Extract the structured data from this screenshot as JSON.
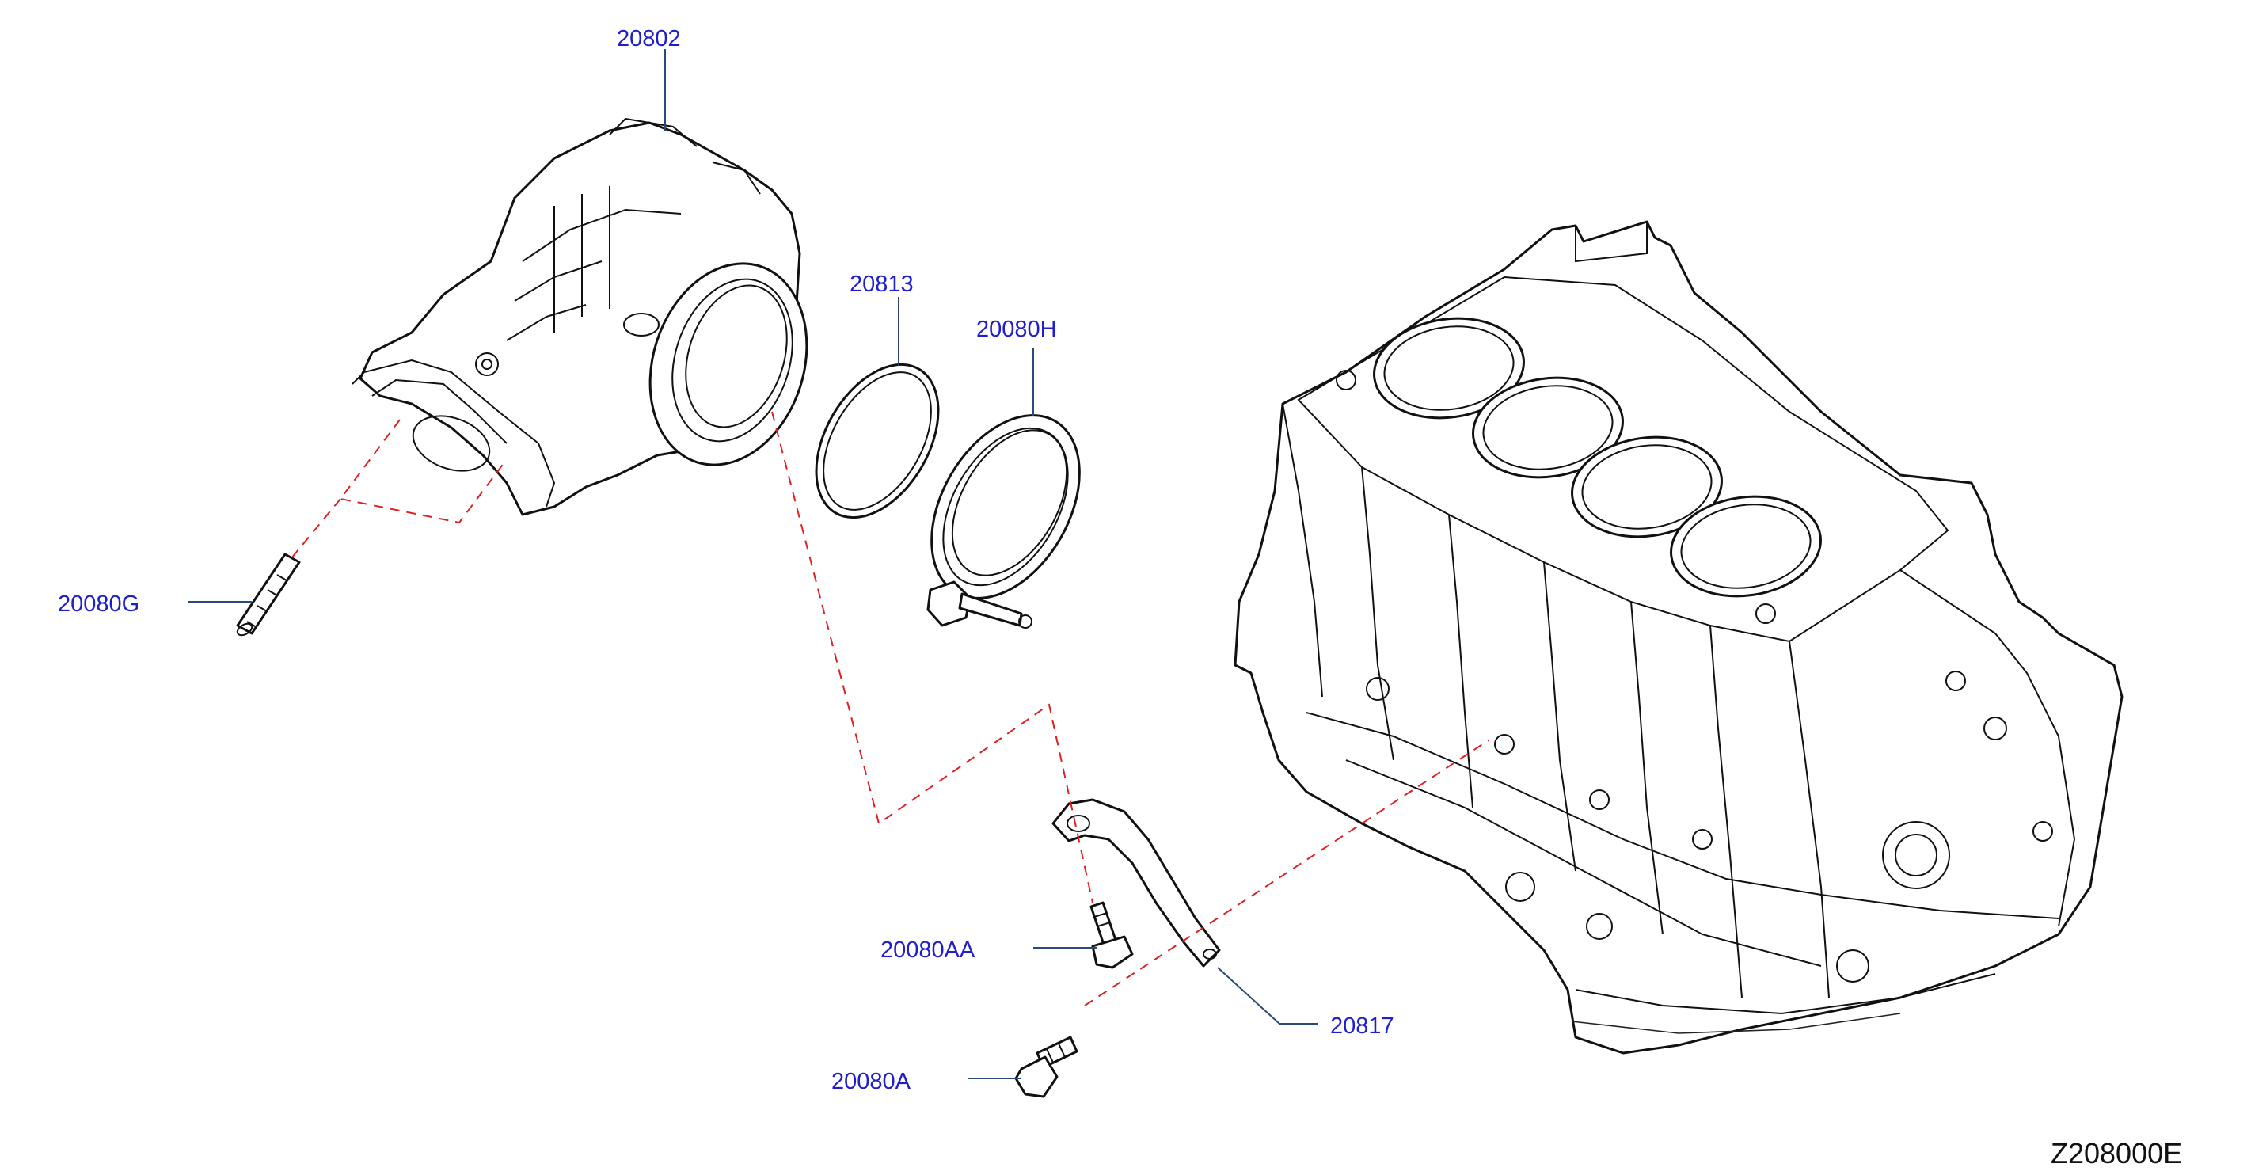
{
  "diagram": {
    "callouts": {
      "c20802": "20802",
      "c20813": "20813",
      "c20080H": "20080H",
      "c20080G": "20080G",
      "c20080AA": "20080AA",
      "c20817": "20817",
      "c20080A": "20080A"
    },
    "diagram_id": "Z208000E"
  },
  "colors": {
    "callout_text": "#1e1ecc",
    "leader_line": "#2b4a7a",
    "dashed_guide": "#e02020",
    "line_art": "#111111"
  }
}
